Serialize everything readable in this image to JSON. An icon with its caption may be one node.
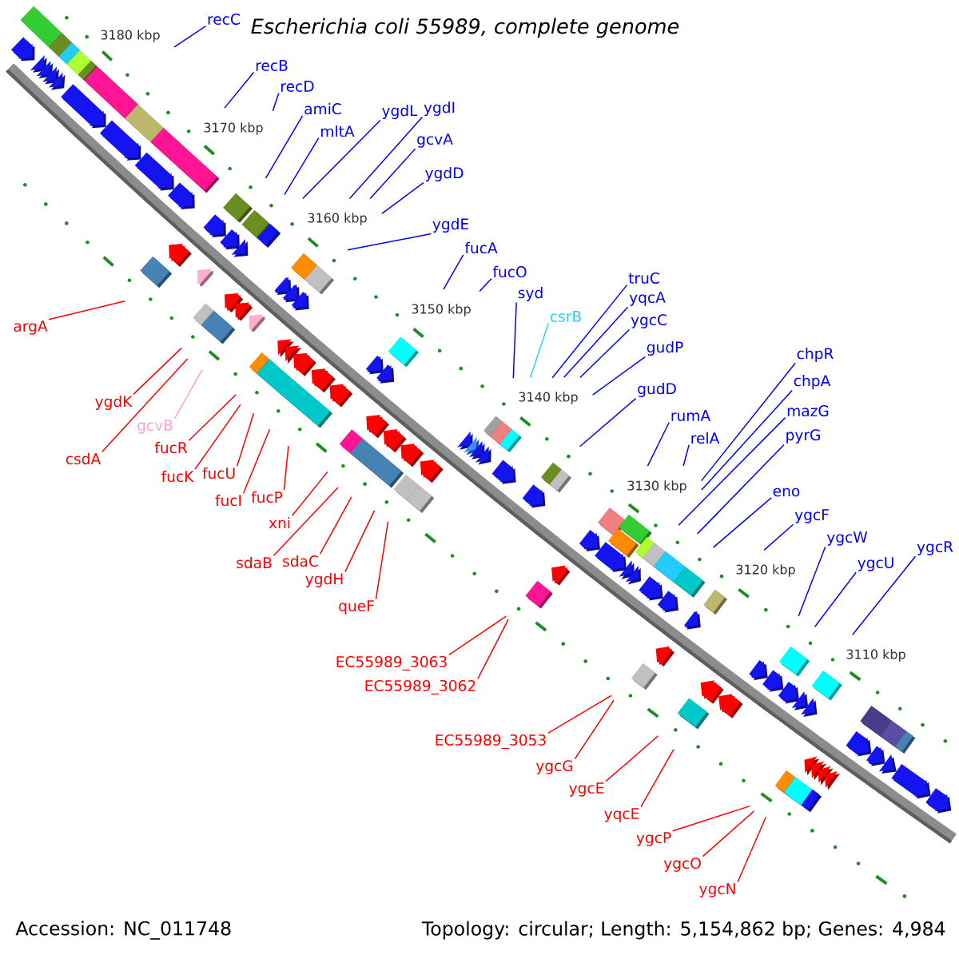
{
  "diagram": {
    "title": "Escherichia coli 55989, complete genome",
    "nodes": [
      {
        "text": [
          "recC"
        ]
      },
      {
        "text": [
          "recB"
        ]
      },
      {
        "text": [
          "recD"
        ]
      },
      {
        "text": [
          "amiC"
        ]
      },
      {
        "text": [
          "ygdI"
        ]
      },
      {
        "text": [
          "ygdL"
        ]
      },
      {
        "text": [
          "mltA"
        ]
      },
      {
        "text": [
          "gcvA"
        ]
      },
      {
        "text": [
          "ygdD"
        ]
      },
      {
        "text": [
          "ygdE"
        ]
      },
      {
        "text": [
          "fucA"
        ]
      },
      {
        "text": [
          "fucO"
        ]
      },
      {
        "text": [
          "truC"
        ]
      },
      {
        "text": [
          "syd"
        ]
      },
      {
        "text": [
          "yqcA"
        ]
      },
      {
        "text": [
          "csrB"
        ]
      },
      {
        "text": [
          "ygcC"
        ]
      },
      {
        "text": [
          "gudP"
        ]
      },
      {
        "text": [
          "chpR"
        ]
      },
      {
        "text": [
          "chpA"
        ]
      },
      {
        "text": [
          "gudD"
        ]
      },
      {
        "text": [
          "mazG"
        ]
      },
      {
        "text": [
          "rumA"
        ]
      },
      {
        "text": [
          "pyrG"
        ]
      },
      {
        "text": [
          "relA"
        ]
      },
      {
        "text": [
          "eno"
        ]
      },
      {
        "text": [
          "ygcF"
        ]
      },
      {
        "text": [
          "ygcW"
        ]
      },
      {
        "text": [
          "ygcR"
        ]
      },
      {
        "text": [
          "ygcU"
        ]
      },
      {
        "text": [
          "argA"
        ]
      },
      {
        "text": [
          "ygdK"
        ]
      },
      {
        "text": [
          "gcvB"
        ]
      },
      {
        "text": [
          "fucR"
        ]
      },
      {
        "text": [
          "csdA"
        ]
      },
      {
        "text": [
          "fucU"
        ]
      },
      {
        "text": [
          "fucK"
        ]
      },
      {
        "text": [
          "fucP"
        ]
      },
      {
        "text": [
          "fucI"
        ]
      },
      {
        "text": [
          "xni"
        ]
      },
      {
        "text": [
          "sdaC"
        ]
      },
      {
        "text": [
          "sdaB"
        ]
      },
      {
        "text": [
          "ygdH"
        ]
      },
      {
        "text": [
          "queF"
        ]
      },
      {
        "text": [
          "EC55989_3063"
        ]
      },
      {
        "text": [
          "EC55989_3062"
        ]
      },
      {
        "text": [
          "EC55989_3053"
        ]
      },
      {
        "text": [
          "ygcG"
        ]
      },
      {
        "text": [
          "ygcE"
        ]
      },
      {
        "text": [
          "yqcE"
        ]
      },
      {
        "text": [
          "ygcP"
        ]
      },
      {
        "text": [
          "ygcO"
        ]
      },
      {
        "text": [
          "ygcN"
        ]
      }
    ],
    "edges": [
      {
        "from": 0,
        "to": null,
        "arrow": "none"
      },
      {
        "from": 1,
        "to": null,
        "arrow": "none"
      },
      {
        "from": 2,
        "to": null,
        "arrow": "none"
      },
      {
        "from": 3,
        "to": null,
        "arrow": "none"
      },
      {
        "from": 4,
        "to": null,
        "arrow": "none"
      },
      {
        "from": 5,
        "to": null,
        "arrow": "none"
      },
      {
        "from": 6,
        "to": null,
        "arrow": "none"
      },
      {
        "from": 7,
        "to": null,
        "arrow": "none"
      },
      {
        "from": 8,
        "to": null,
        "arrow": "none"
      },
      {
        "from": 9,
        "to": null,
        "arrow": "none"
      },
      {
        "from": 10,
        "to": null,
        "arrow": "none"
      },
      {
        "from": 11,
        "to": null,
        "arrow": "none"
      },
      {
        "from": 12,
        "to": null,
        "arrow": "none"
      },
      {
        "from": 13,
        "to": null,
        "arrow": "none"
      },
      {
        "from": 14,
        "to": null,
        "arrow": "none"
      },
      {
        "from": 15,
        "to": null,
        "arrow": "none",
        "color": "#33ccff"
      },
      {
        "from": 16,
        "to": null,
        "arrow": "none"
      },
      {
        "from": 17,
        "to": null,
        "arrow": "none"
      },
      {
        "from": 18,
        "to": null,
        "arrow": "none"
      },
      {
        "from": 19,
        "to": null,
        "arrow": "none"
      },
      {
        "from": 20,
        "to": null,
        "arrow": "none"
      },
      {
        "from": 21,
        "to": null,
        "arrow": "none"
      },
      {
        "from": 22,
        "to": null,
        "arrow": "none"
      },
      {
        "from": 23,
        "to": null,
        "arrow": "none"
      },
      {
        "from": 24,
        "to": null,
        "arrow": "none"
      },
      {
        "from": 25,
        "to": null,
        "arrow": "none"
      },
      {
        "from": 26,
        "to": null,
        "arrow": "none"
      },
      {
        "from": 27,
        "to": null,
        "arrow": "none"
      },
      {
        "from": 28,
        "to": null,
        "arrow": "none"
      },
      {
        "from": 29,
        "to": null,
        "arrow": "none"
      },
      {
        "from": 30,
        "to": null,
        "arrow": "none",
        "color": "#ff0000"
      },
      {
        "from": 31,
        "to": null,
        "arrow": "none",
        "color": "#ff0000"
      },
      {
        "from": 32,
        "to": null,
        "arrow": "none",
        "color": "#ffa0c8"
      },
      {
        "from": 33,
        "to": null,
        "arrow": "none",
        "color": "#ff0000"
      },
      {
        "from": 34,
        "to": null,
        "arrow": "none",
        "color": "#ff0000"
      },
      {
        "from": 35,
        "to": null,
        "arrow": "none",
        "color": "#ff0000"
      },
      {
        "from": 36,
        "to": null,
        "arrow": "none",
        "color": "#ff0000"
      },
      {
        "from": 37,
        "to": null,
        "arrow": "none",
        "color": "#ff0000"
      },
      {
        "from": 38,
        "to": null,
        "arrow": "none",
        "color": "#ff0000"
      },
      {
        "from": 39,
        "to": null,
        "arrow": "none",
        "color": "#ff0000"
      },
      {
        "from": 40,
        "to": null,
        "arrow": "none",
        "color": "#ff0000"
      },
      {
        "from": 41,
        "to": null,
        "arrow": "none",
        "color": "#ff0000"
      },
      {
        "from": 42,
        "to": null,
        "arrow": "none",
        "color": "#ff0000"
      },
      {
        "from": 43,
        "to": null,
        "arrow": "none",
        "color": "#ff0000"
      },
      {
        "from": 44,
        "to": null,
        "arrow": "none",
        "color": "#ff0000"
      },
      {
        "from": 45,
        "to": null,
        "arrow": "none",
        "color": "#ff0000"
      },
      {
        "from": 46,
        "to": null,
        "arrow": "none",
        "color": "#ff0000"
      },
      {
        "from": 47,
        "to": null,
        "arrow": "none",
        "color": "#ff0000"
      },
      {
        "from": 48,
        "to": null,
        "arrow": "none",
        "color": "#ff0000"
      },
      {
        "from": 49,
        "to": null,
        "arrow": "none",
        "color": "#ff0000"
      },
      {
        "from": 50,
        "to": null,
        "arrow": "none",
        "color": "#ff0000"
      },
      {
        "from": 51,
        "to": null,
        "arrow": "none",
        "color": "#ff0000"
      },
      {
        "from": 52,
        "to": null,
        "arrow": "none",
        "color": "#ff0000"
      }
    ],
    "labels": [
      "3180 kbp",
      "3170 kbp",
      "3160 kbp",
      "3150 kbp",
      "3140 kbp",
      "3130 kbp",
      "3120 kbp",
      "3110 kbp",
      "Accession: NC_011748",
      "Topology: circular; Length: 5,154,862 bp; Genes: 4,984"
    ]
  }
}
